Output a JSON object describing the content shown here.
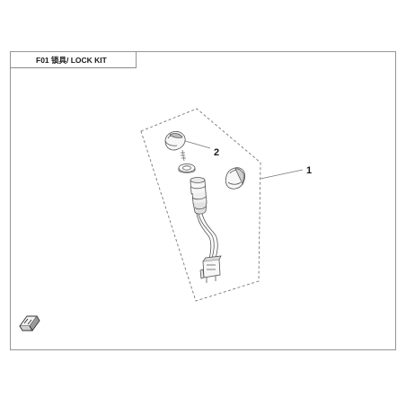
{
  "sheet": {
    "title": "F01 锁具/ LOCK KIT"
  },
  "callouts": [
    {
      "id": "callout-1",
      "label": "1"
    },
    {
      "id": "callout-2",
      "label": "2"
    }
  ],
  "logo": {
    "icon": "brand-logo-icon"
  },
  "colors": {
    "line": "#6e6e6e",
    "part_fill": "#f7f7f7",
    "part_shade": "#bdbdbd"
  }
}
